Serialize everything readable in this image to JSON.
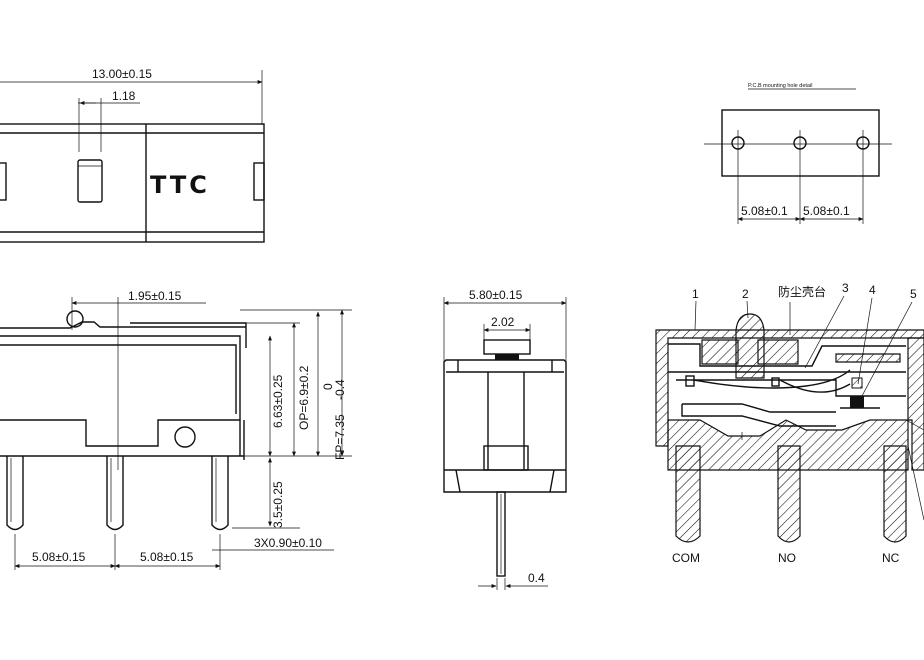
{
  "top_view": {
    "overall_length": "13.00±0.15",
    "actuator_width": "1.18",
    "brand": "TTC"
  },
  "pcb_detail": {
    "title": "P.C.B mounting hole detail",
    "pitch_left": "5.08±0.1",
    "pitch_right": "5.08±0.1"
  },
  "side_view": {
    "lever_offset": "1.95±0.15",
    "height": "6.63±0.25",
    "op": "OP=6.9±0.2",
    "fp": "FP=7.35",
    "fp_tol_upper": "0",
    "fp_tol_lower": "-0.4",
    "pin_length": "3.5±0.25",
    "pin_width": "3X0.90±0.10",
    "pitch_left": "5.08±0.15",
    "pitch_right": "5.08±0.15"
  },
  "front_view": {
    "body_width": "5.80±0.15",
    "actuator_width": "2.02",
    "pin_thickness": "0.4"
  },
  "section_view": {
    "callouts": [
      "1",
      "2",
      "3",
      "4",
      "5"
    ],
    "cover_label": "防尘壳台",
    "terminals": [
      "COM",
      "NO",
      "NC"
    ]
  }
}
